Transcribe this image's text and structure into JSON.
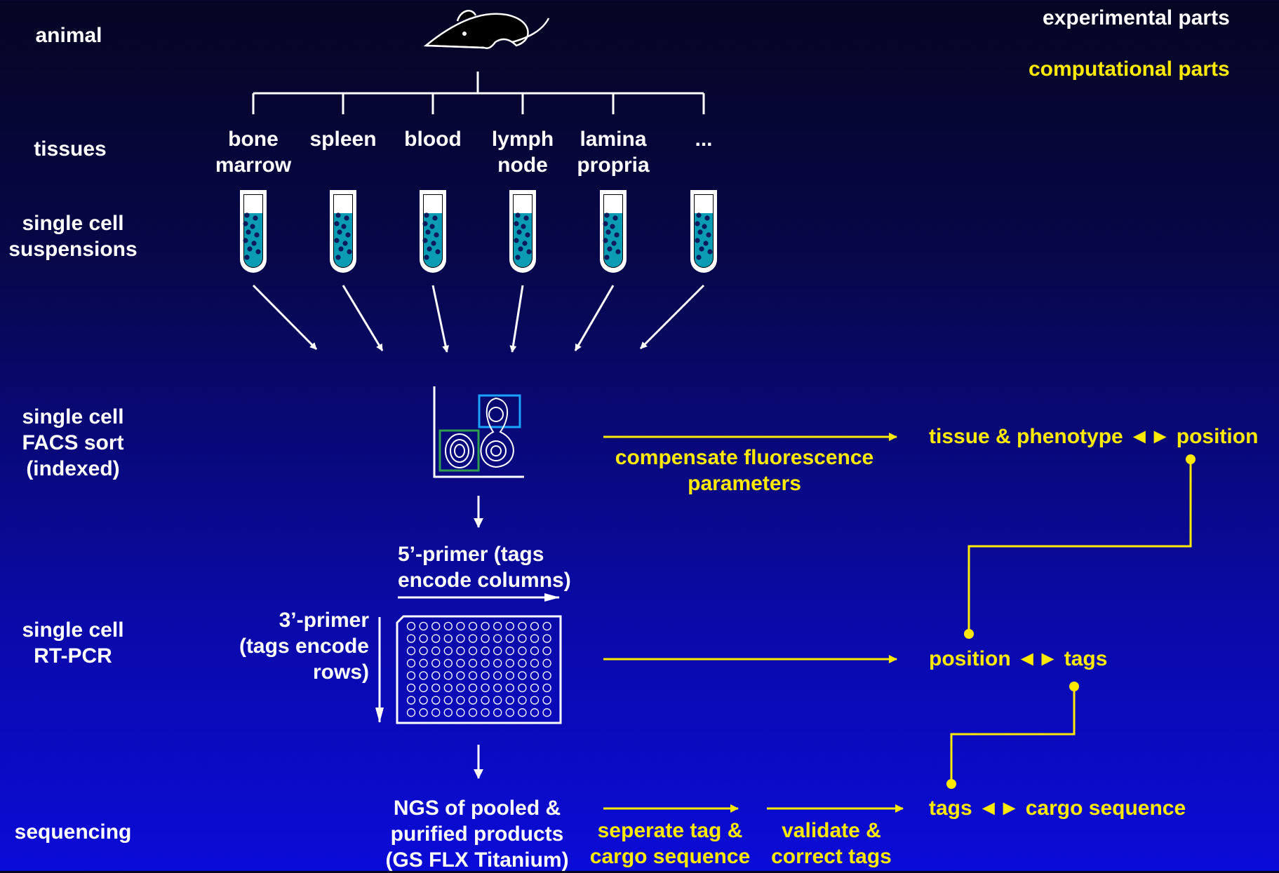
{
  "legend": {
    "experimental": "experimental parts",
    "computational": "computational parts"
  },
  "colors": {
    "experimental": "#ffffff",
    "computational": "#ffea00",
    "tube_liquid": "#0b9bb3",
    "gate_blue": "#1aa3ff",
    "gate_green": "#2e9e4f"
  },
  "stages": {
    "animal": [
      "animal"
    ],
    "tissues": [
      "tissues"
    ],
    "suspensions": [
      "single cell",
      "suspensions"
    ],
    "facs": [
      "single cell",
      "FACS sort",
      "(indexed)"
    ],
    "rtpcr": [
      "single cell",
      "RT-PCR"
    ],
    "sequencing": [
      "sequencing"
    ]
  },
  "animal_icon": "mouse-icon",
  "tissues": [
    [
      "bone",
      "marrow"
    ],
    [
      "spleen"
    ],
    [
      "blood"
    ],
    [
      "lymph",
      "node"
    ],
    [
      "lamina",
      "propria"
    ],
    [
      "..."
    ]
  ],
  "primer5": [
    "5’-primer (tags",
    "encode columns)"
  ],
  "primer3": [
    "3’-primer",
    "(tags encode",
    "rows)"
  ],
  "ngs": [
    "NGS of pooled &",
    "purified products",
    "(GS FLX Titanium)"
  ],
  "compensate": [
    "compensate fluorescence",
    "parameters"
  ],
  "separate": [
    "seperate tag &",
    "cargo sequence"
  ],
  "validate": [
    "validate &",
    "correct tags"
  ],
  "results": {
    "tissue_position": "tissue & phenotype ◄► position",
    "position_tags": "position ◄► tags",
    "tags_cargo": "tags ◄► cargo sequence"
  }
}
